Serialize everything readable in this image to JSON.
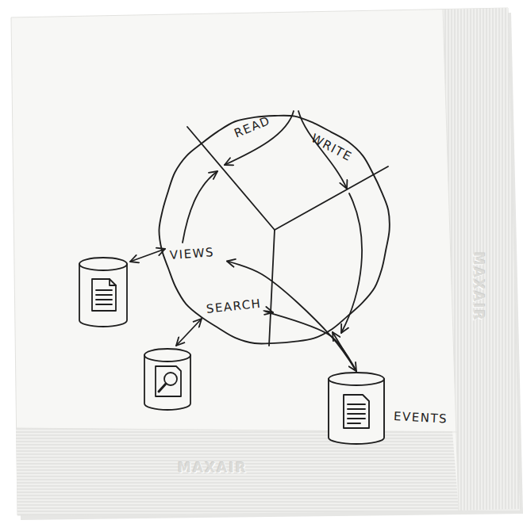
{
  "diagram": {
    "nodes": [
      {
        "text": [
          "READ",
          "WRITE"
        ]
      },
      {
        "text": [
          "VIEWS"
        ],
        "in": 0
      },
      {
        "text": [
          "SEARCH"
        ],
        "in": 0
      },
      {
        "text": [
          "EVENTS"
        ]
      }
    ],
    "edges": [
      {
        "from": 0,
        "to": 3,
        "arrow": "both"
      },
      {
        "from": 3,
        "to": 1,
        "arrow": "to"
      },
      {
        "from": 3,
        "to": 2,
        "arrow": "to"
      }
    ],
    "labels": [
      "MAXAIR",
      "MAXAIR"
    ]
  }
}
